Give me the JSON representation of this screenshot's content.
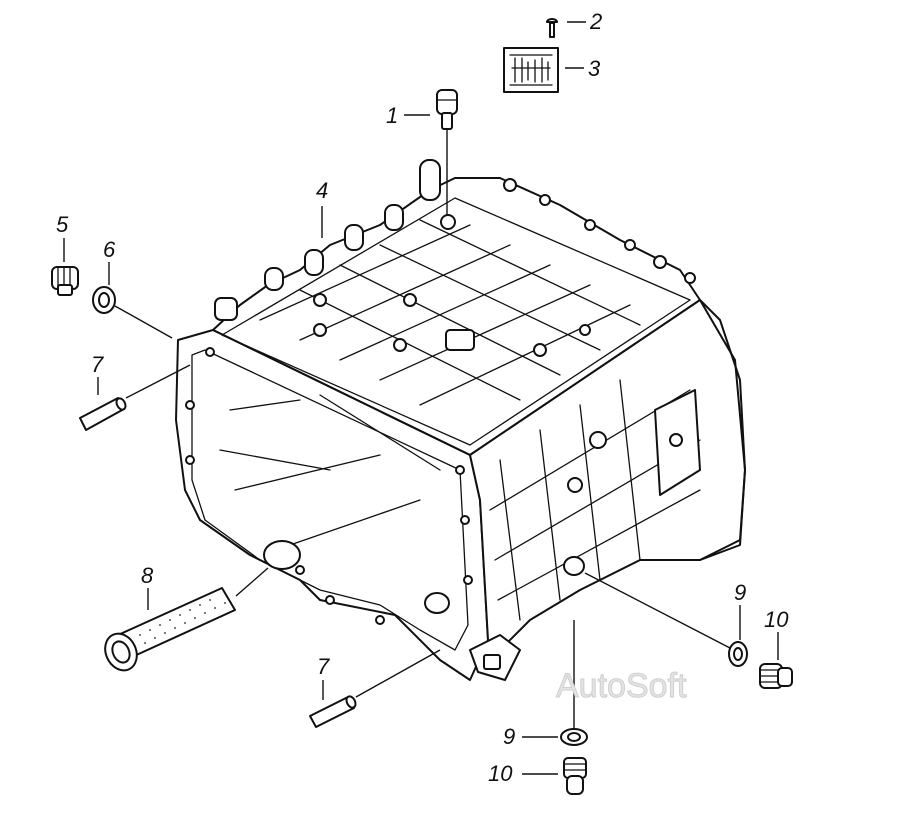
{
  "figure": {
    "watermark": "AutoSoft",
    "callouts": {
      "c1": "1",
      "c2": "2",
      "c3": "3",
      "c4": "4",
      "c5": "5",
      "c6": "6",
      "c7a": "7",
      "c7b": "7",
      "c8": "8",
      "c9a": "9",
      "c9b": "9",
      "c10a": "10",
      "c10b": "10"
    }
  }
}
